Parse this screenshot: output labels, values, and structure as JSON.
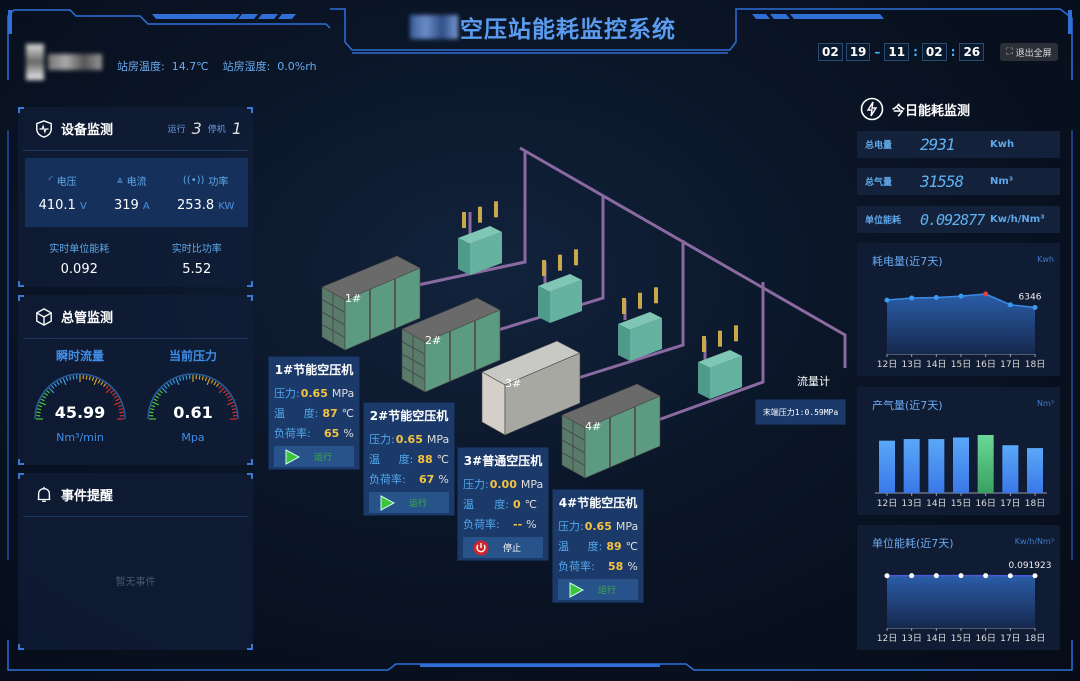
{
  "header": {
    "title": "空压站能耗监控系统",
    "env": [
      {
        "label": "站房温度:",
        "value": "14.7℃"
      },
      {
        "label": "站房湿度:",
        "value": "0.0%rh"
      }
    ],
    "clock": {
      "month": "02",
      "day": "19",
      "hour": "11",
      "minute": "02",
      "second": "26"
    },
    "exit_fullscreen": "退出全屏"
  },
  "device": {
    "title": "设备监测",
    "running_label": "运行",
    "running": "3",
    "stopped_label": "停机",
    "stopped": "1",
    "metrics": [
      {
        "label": "电压",
        "value": "410.1",
        "unit": "V",
        "icon": "gauge-icon"
      },
      {
        "label": "电流",
        "value": "319",
        "unit": "A",
        "icon": "current-icon"
      },
      {
        "label": "功率",
        "value": "253.8",
        "unit": "KW",
        "icon": "signal-icon"
      }
    ],
    "stats": [
      {
        "label": "实时单位能耗",
        "value": "0.092"
      },
      {
        "label": "实时比功率",
        "value": "5.52"
      }
    ]
  },
  "pipe": {
    "title": "总管监测",
    "gauges": [
      {
        "label": "瞬时流量",
        "value": "45.99",
        "unit": "Nm³/min",
        "fraction": 0.46
      },
      {
        "label": "当前压力",
        "value": "0.61",
        "unit": "Mpa",
        "fraction": 0.61
      }
    ]
  },
  "events": {
    "title": "事件提醒",
    "empty": "暂无事件"
  },
  "compressors": [
    {
      "tag": "1#",
      "title": "1#节能空压机",
      "pressure": "0.65",
      "temp": "87",
      "load": "65",
      "status": "运行",
      "running": true
    },
    {
      "tag": "2#",
      "title": "2#节能空压机",
      "pressure": "0.65",
      "temp": "88",
      "load": "67",
      "status": "运行",
      "running": true
    },
    {
      "tag": "3#",
      "title": "3#普通空压机",
      "pressure": "0.00",
      "temp": "0",
      "load": "--",
      "status": "停止",
      "running": false
    },
    {
      "tag": "4#",
      "title": "4#节能空压机",
      "pressure": "0.65",
      "temp": "89",
      "load": "58",
      "status": "运行",
      "running": true
    }
  ],
  "labels": {
    "pressure": [
      "压",
      "力:"
    ],
    "temp": [
      "温",
      "度:"
    ],
    "load": "负荷率:",
    "unit_p": "MPa",
    "unit_t": "℃",
    "unit_l": "%"
  },
  "flowmeter": {
    "label": "流量计",
    "end_pressure": "末端压力1:0.59MPa"
  },
  "today": {
    "title": "今日能耗监测",
    "rows": [
      {
        "label": "总电量",
        "value": "2931",
        "unit": "Kwh"
      },
      {
        "label": "总气量",
        "value": "31558",
        "unit": "Nm³"
      },
      {
        "label": "单位能耗",
        "value": "0.092877",
        "unit": "Kw/h/Nm³"
      }
    ]
  },
  "colors": {
    "accent": "#3a78d8",
    "value": "#f5c343",
    "run": "#3cc43c",
    "stop": "#d0262b",
    "highlight_point": "#e04040",
    "highlight_bar": "#4fc27a"
  },
  "chart_data": [
    {
      "type": "area",
      "title": "耗电量(近7天)",
      "unit": "Kwh",
      "categories": [
        "12日",
        "13日",
        "14日",
        "15日",
        "16日",
        "17日",
        "18日"
      ],
      "values": [
        7350,
        7640,
        7700,
        7890,
        8180,
        6720,
        6346
      ],
      "highlight_index": 4,
      "data_label": "6346",
      "grid": false
    },
    {
      "type": "bar",
      "title": "产气量(近7天)",
      "unit": "Nm³",
      "categories": [
        "12日",
        "13日",
        "14日",
        "15日",
        "16日",
        "17日",
        "18日"
      ],
      "values": [
        42400,
        43700,
        43700,
        45000,
        47000,
        38700,
        36400
      ],
      "highlight_index": 4,
      "grid": false
    },
    {
      "type": "area",
      "title": "单位能耗(近7天)",
      "unit": "Kw/h/Nm³",
      "categories": [
        "12日",
        "13日",
        "14日",
        "15日",
        "16日",
        "17日",
        "18日"
      ],
      "values": [
        0.092,
        0.0921,
        0.0921,
        0.0922,
        0.0921,
        0.0919,
        0.091923
      ],
      "data_label": "0.091923",
      "grid": false
    }
  ]
}
